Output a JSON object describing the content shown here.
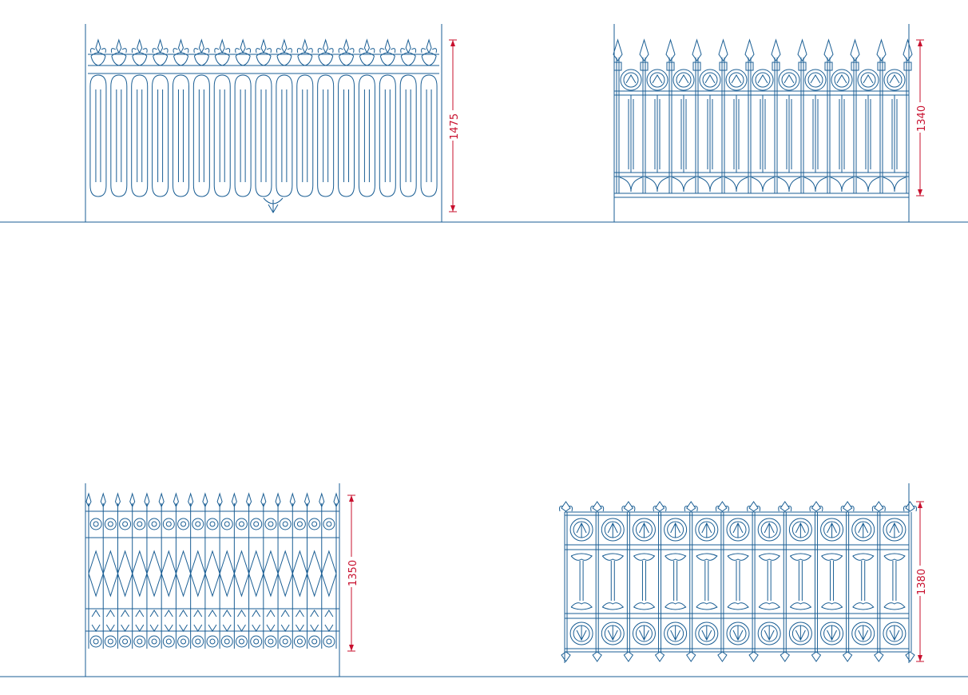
{
  "colors": {
    "line": "#1a5e94",
    "dimension": "#c8102e",
    "background": "#ffffff"
  },
  "panels": [
    {
      "id": "fence-panel-1",
      "height_label": "1475"
    },
    {
      "id": "fence-panel-2",
      "height_label": "1340"
    },
    {
      "id": "fence-panel-3",
      "height_label": "1350"
    },
    {
      "id": "fence-panel-4",
      "height_label": "1380"
    }
  ]
}
